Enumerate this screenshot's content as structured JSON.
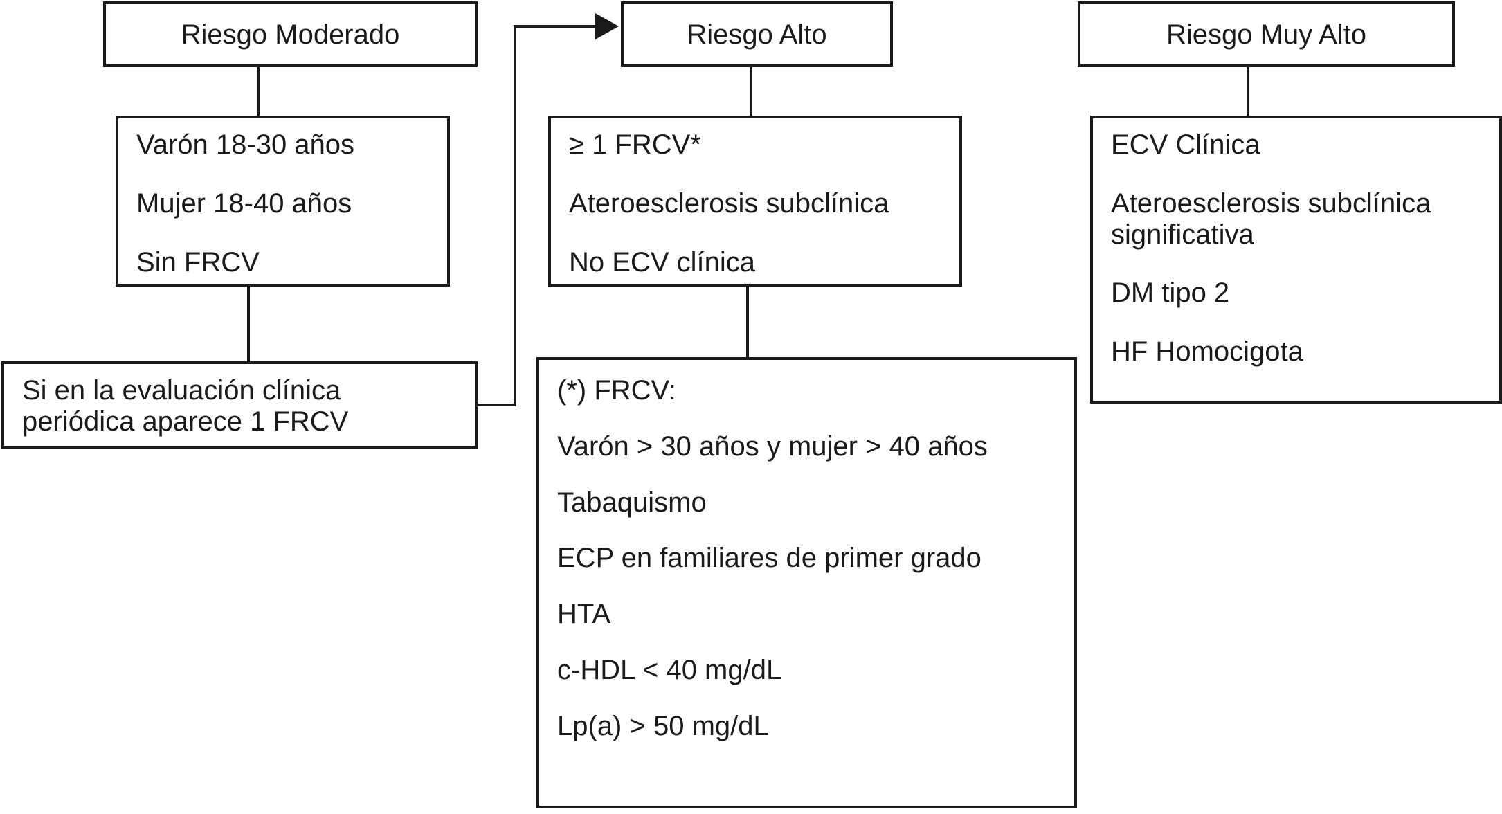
{
  "diagram": {
    "title_moderate": "Riesgo Moderado",
    "title_high": "Riesgo Alto",
    "title_very_high": "Riesgo Muy Alto",
    "moderate_criteria": [
      "Varón 18-30 años",
      "Mujer 18-40 años",
      "Sin FRCV"
    ],
    "moderate_note": "Si en la evaluación clínica periódica aparece 1 FRCV",
    "high_criteria": [
      "≥ 1 FRCV*",
      "Ateroesclerosis subclínica",
      "No ECV clínica"
    ],
    "frcv_heading": "(*) FRCV:",
    "frcv_items": [
      "Varón > 30 años y mujer > 40 años",
      "Tabaquismo",
      "ECP en familiares de primer grado",
      "HTA",
      "c-HDL < 40 mg/dL",
      "Lp(a) > 50 mg/dL"
    ],
    "very_high_criteria": [
      "ECV Clínica",
      "Ateroesclerosis subclínica significativa",
      "DM tipo 2",
      "HF Homocigota"
    ],
    "colors": {
      "stroke": "#1a1a1a",
      "background": "#ffffff",
      "text": "#1a1a1a"
    }
  }
}
